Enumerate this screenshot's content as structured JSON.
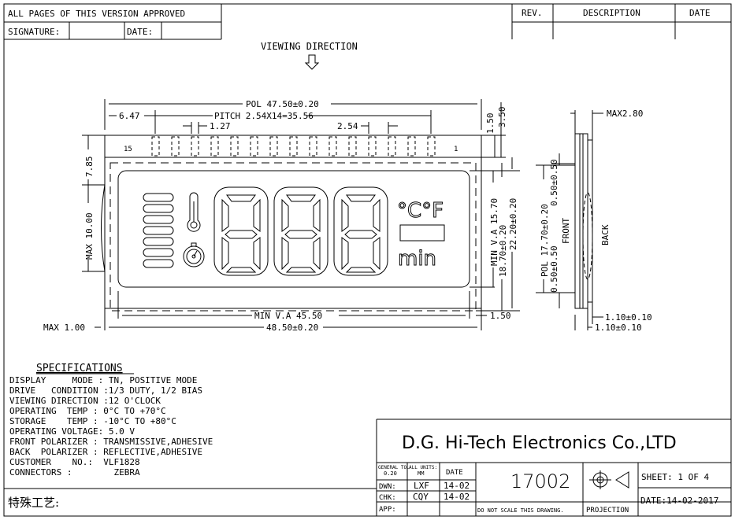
{
  "title_block": {
    "approved": "ALL PAGES OF THIS VERSION APPROVED",
    "signature": "SIGNATURE:",
    "date_label": "DATE:",
    "rev": "REV.",
    "description": "DESCRIPTION",
    "date": "DATE"
  },
  "drawing": {
    "viewing_direction": "VIEWING DIRECTION",
    "pol_width": "POL 47.50±0.20",
    "pitch": "PITCH 2.54X14=35.56",
    "left_offset": "6.47",
    "pin_w": "1.27",
    "pin_pitch": "2.54",
    "pin_first": "15",
    "pin_last": "1",
    "top_1": "1.50",
    "top_2": "3.50",
    "h_785": "7.85",
    "max_10": "MAX 10.00",
    "min_va_h": "MIN V.A 15.70",
    "h_1870": "18.70±0.20",
    "h_2220": "22.20±0.20",
    "min_va_w": "MIN V.A 45.50",
    "w_4850": "48.50±0.20",
    "right_150": "1.50",
    "max_100": "MAX 1.00",
    "side_max": "MAX2.80",
    "side_pol": "POL 17.70±0.20",
    "side_050a": "0.50±0.50",
    "side_050b": "0.50±0.50",
    "front": "FRONT",
    "back": "BACK",
    "side_110a": "1.10±0.10",
    "side_110b": "1.10±0.10",
    "unit_cf": "°C°F",
    "unit_min": "min",
    "digit_value": "888"
  },
  "specs": {
    "heading": "SPECIFICATIONS",
    "lines": [
      "DISPLAY     MODE : TN, POSITIVE MODE",
      "DRIVE   CONDITION :1/3 DUTY, 1/2 BIAS",
      "VIEWING DIRECTION :12 O'CLOCK",
      "OPERATING  TEMP : 0°C TO +70°C",
      "STORAGE    TEMP : -10°C TO +80°C",
      "OPERATING VOLTAGE: 5.0 V",
      "FRONT POLARIZER : TRANSMISSIVE,ADHESIVE",
      "BACK  POLARIZER : REFLECTIVE,ADHESIVE",
      "CUSTOMER    NO.:  VLF1828",
      "CONNECTORS :        ZEBRA"
    ],
    "chinese": "特殊工艺:"
  },
  "company": {
    "name": "D.G. Hi-Tech Electronics Co.,LTD",
    "gen_tol": "GENERAL TOL",
    "gen_tol_val": "0.20",
    "all_units": "ALL UNITS:",
    "units_val": "MM",
    "date_hdr": "DATE",
    "dwn": "DWN:",
    "dwn_val": "LXF",
    "dwn_date": "14-02",
    "chk": "CHK:",
    "chk_val": "CQY",
    "chk_date": "14-02",
    "app": "APP:",
    "part_no": "17002",
    "no_scale": "DO NOT SCALE THIS DRAWING.",
    "projection": "PROJECTION",
    "sheet": "SHEET: 1 OF 4",
    "date_full": "DATE:14-02-2017"
  }
}
